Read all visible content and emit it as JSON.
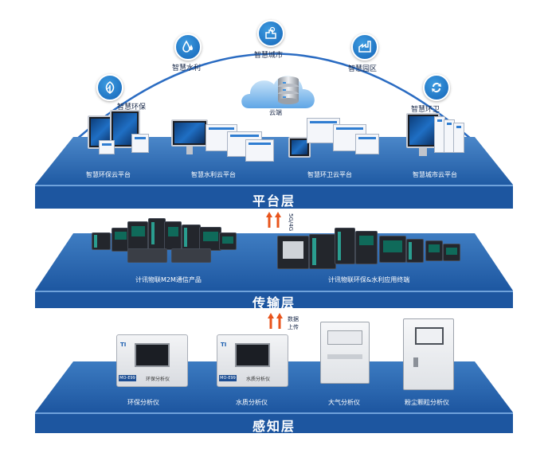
{
  "colors": {
    "platform_top": "#2c6ab0",
    "platform_front": "#1d56a0",
    "arc": "#2b6cc2",
    "node": "#1565b8",
    "arrow": "#e8541c"
  },
  "top_nodes": [
    {
      "label": "智慧环保",
      "icon": "leaf-icon"
    },
    {
      "label": "智慧水利",
      "icon": "water-drop-icon"
    },
    {
      "label": "智慧城市",
      "icon": "city-icon"
    },
    {
      "label": "智慧园区",
      "icon": "factory-icon"
    },
    {
      "label": "智慧环卫",
      "icon": "recycle-icon"
    }
  ],
  "cloud": {
    "label": "云端",
    "icon": "cloud-server-icon"
  },
  "platform_layer": {
    "title": "平台层",
    "items": [
      "智慧环保云平台",
      "智慧水利云平台",
      "智慧环卫云平台",
      "智慧城市云平台"
    ]
  },
  "transport_link": {
    "label": "5G/4G"
  },
  "transport_layer": {
    "title": "传输层",
    "items": [
      "计讯物联M2M通信产品",
      "计讯物联环保&水利应用终端"
    ]
  },
  "sensing_link": {
    "label_line1": "数据",
    "label_line2": "上传"
  },
  "sensing_layer": {
    "title": "感知层",
    "items": [
      "环保分析仪",
      "水质分析仪",
      "大气分析仪",
      "粉尘颗粒分析仪"
    ]
  },
  "analyzer_plates": [
    {
      "brand": "TI",
      "model": "MO-E99",
      "name": "环保分析仪"
    },
    {
      "brand": "TI",
      "model": "MO-E99",
      "name": "水质分析仪"
    }
  ]
}
